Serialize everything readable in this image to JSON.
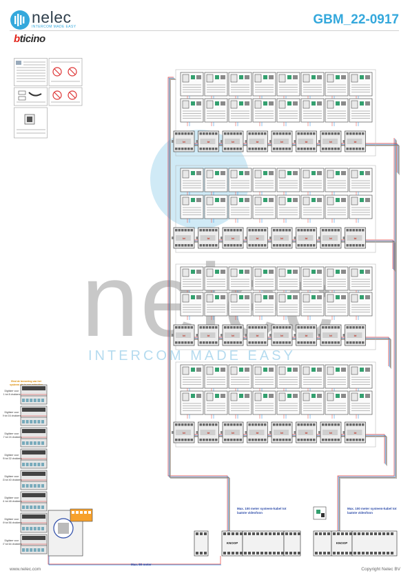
{
  "header": {
    "brand": "nelec",
    "tagline": "INTERCOM MADE EASY",
    "partner": "bticino",
    "doc_code": "GBM_22-0917"
  },
  "watermark": {
    "brand": "nelec",
    "tagline": "INTERCOM MADE EASY"
  },
  "left_panel": {
    "title": "Eind de bevoering van het systeem als je een gebruiker-digitaliseer",
    "slots": [
      "Digitizer voor 1 tot 8 drukkers",
      "Digitizer voor 9 tot 16 drukkers",
      "Digitizer voor 17 tot 24 drukkers",
      "Digitizer voor 25 tot 32 drukkers",
      "Digitizer voor 33 tot 40 drukkers",
      "Digitizer voor 41 tot 48 drukkers",
      "Digitizer voor 49 tot 56 drukkers",
      "Digitizer voor 57 tot 64 drukkers"
    ]
  },
  "annotations": {
    "max100_left": "Max. 100 meter systeem-kabel tot laatste videofoon",
    "max100_right": "Max. 100 meter systeem-kabel tot laatste videofoon",
    "max50": "Max. 50 meter",
    "knoop": "KNOOP"
  },
  "footer": {
    "website": "www.nelec.com",
    "copyright": "Copyright Nelec BV"
  }
}
